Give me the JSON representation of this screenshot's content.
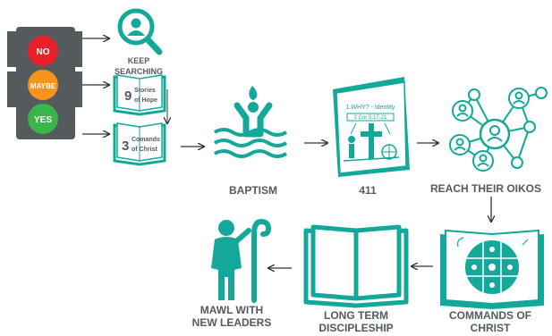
{
  "colors": {
    "teal": "#13a89a",
    "dark_text": "#555a5c",
    "traffic_body": "#555a5c",
    "red": "#e8202a",
    "orange": "#f7941d",
    "green": "#39b54a",
    "arrow": "#333333"
  },
  "traffic_light": {
    "no": "NO",
    "maybe": "MAYBE",
    "yes": "YES"
  },
  "keep_searching": "KEEP SEARCHING",
  "stories": {
    "number": "9",
    "line1": "Stories",
    "line2": "of Hope"
  },
  "comands": {
    "number": "3",
    "line1": "Comands",
    "line2": "of Christ"
  },
  "card_411": {
    "heading": "1.WHY? - Identity",
    "reference": "2 Cor 5:17-21"
  },
  "labels": {
    "baptism": "BAPTISM",
    "four_eleven": "411",
    "reach_oikos": "REACH THEIR OIKOS",
    "commands_line1": "COMMANDS OF",
    "commands_line2": "CHRIST",
    "long_term_line1": "LONG TERM",
    "long_term_line2": "DISCIPLESHIP",
    "mawl_line1": "MAWL WITH",
    "mawl_line2": "NEW LEADERS"
  },
  "icons": [
    "search-person-icon",
    "book-icon",
    "baptism-icon",
    "card-411-icon",
    "network-icon",
    "commands-book-icon",
    "open-book-icon",
    "mawl-leader-icon",
    "arrow-icon"
  ]
}
